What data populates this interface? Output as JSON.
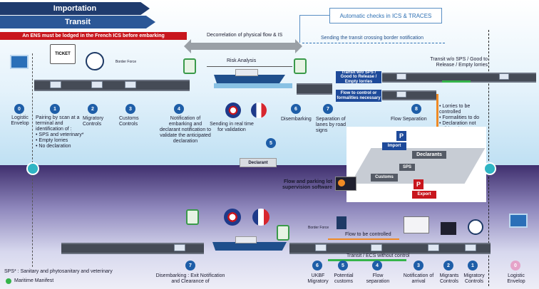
{
  "header": {
    "importation_tab": "Importation",
    "transit_tab": "Transit",
    "ens_banner": "An ENS must be lodged in the French ICS before embarking",
    "automatic_checks": "Automatic checks in ICS & TRACES",
    "decorrelation": "Decorrelation of physical flow & IS",
    "sending_notification": "Sending the transit crossing border notification",
    "risk_analysis": "Risk Analysis",
    "transit_wo_sps": "Transit w/o SPS / Good to Release / Empty lorries",
    "border_force": "Border Force",
    "ticket": "TICKET"
  },
  "top_steps": [
    {
      "num": "0",
      "label": "Logistic Envelop"
    },
    {
      "num": "1",
      "label": "Pairing by scan at a terminal and identification of :\n• SPS and veterinary*\n• Empty lorries\n• No declaration"
    },
    {
      "num": "2",
      "label": "Migratory Controls"
    },
    {
      "num": "3",
      "label": "Customs Controls"
    },
    {
      "num": "4",
      "label": "Notification of embarking and declarant notification to validate the anticipated declaration"
    },
    {
      "num": "5",
      "label": "Sending in real time for validation"
    },
    {
      "num": "6",
      "label": "Disembarking"
    },
    {
      "num": "7",
      "label": "Separation of lanes by road signs"
    },
    {
      "num": "8",
      "label": "Flow Separation"
    }
  ],
  "lane_labels": {
    "lane_top": "Transit w/o SPS / Good to Release / Empty lorries",
    "lane_bottom": "Flow to control or formalities necessary"
  },
  "controlled_list": "• Lorries to be controlled\n• Formalities to do\n• Declaration not validated\n• SPS",
  "declarant": "Declarant",
  "terminal": {
    "import": "Import",
    "export": "Export",
    "declarants": "Declarants",
    "sps": "SPS",
    "customs": "Customs",
    "p": "P"
  },
  "flow_software": "Flow and parking lot supervision software",
  "bottom": {
    "flow_to_control": "Flow to be controlled",
    "transit_ecs": "Transit / ECS without control",
    "border_force": "Border Force",
    "disembarking": "Disembarking : Exit Notification and Clearance of",
    "steps": [
      {
        "num": "7",
        "label": ""
      },
      {
        "num": "6",
        "label": "UKBF Migratory"
      },
      {
        "num": "5",
        "label": "Potential customs"
      },
      {
        "num": "4",
        "label": "Flow separation"
      },
      {
        "num": "3",
        "label": "Notification of arrival"
      },
      {
        "num": "2",
        "label": "Migrants Controls"
      },
      {
        "num": "1",
        "label": "Migratory Controls"
      },
      {
        "num": "0",
        "label": "Logistic Envelop"
      }
    ]
  },
  "footer": {
    "sps_note": "SPS* : Sanitary and phytosanitary and veterinary",
    "maritime": "Maritime Manifest"
  },
  "colors": {
    "navy": "#1f3b6e",
    "blue": "#2b5797",
    "red_banner": "#c8161d",
    "badge_blue": "#1e5ea8",
    "badge_pink": "#e5a3c9",
    "green": "#35b44a",
    "orange": "#f08a24",
    "purple": "#3f2f6e"
  }
}
